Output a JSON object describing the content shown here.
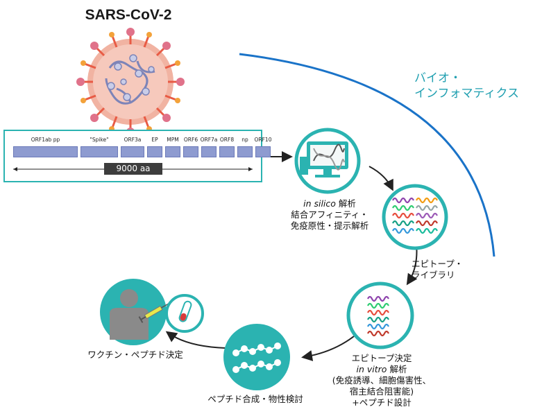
{
  "title": "SARS-CoV-2",
  "bioinformatics_label": [
    "バイオ・",
    "インフォマティクス"
  ],
  "genome": {
    "genes": [
      "ORF1ab pp",
      "\"Spike\"",
      "ORF3a",
      "EP",
      "MPM",
      "ORF6",
      "ORF7a",
      "ORF8",
      "np",
      "ORF10"
    ],
    "length_label": "9000 aa"
  },
  "steps": {
    "in_silico": {
      "italic": "in silico",
      "suffix": " 解析",
      "lines": [
        "結合アフィニティ・",
        "免疫原性・提示解析"
      ]
    },
    "epitope_library": {
      "lines": [
        "エピトープ・",
        "ライブラリ"
      ]
    },
    "in_vitro": {
      "line1": "エピトープ決定",
      "italic": "in vitro",
      "suffix": " 解析",
      "lines": [
        "(免疫誘導、細胞傷害性、",
        "宿主結合阻害能)",
        "+ペプチド設計"
      ]
    },
    "peptide_synthesis": {
      "label": "ペプチド合成・物性検討"
    },
    "vaccine": {
      "label": "ワクチン・ペプチド決定"
    }
  },
  "colors": {
    "teal": "#2bb3b1",
    "arc_blue": "#1a73c8",
    "gene_fill": "#8e9bd0"
  },
  "icons": [
    "virus-icon",
    "computer-dna-icon",
    "peptide-helix-icon",
    "peptide-helix-icon",
    "peptide-chain-icon",
    "person-icon",
    "syringe-icon",
    "test-tube-icon"
  ]
}
